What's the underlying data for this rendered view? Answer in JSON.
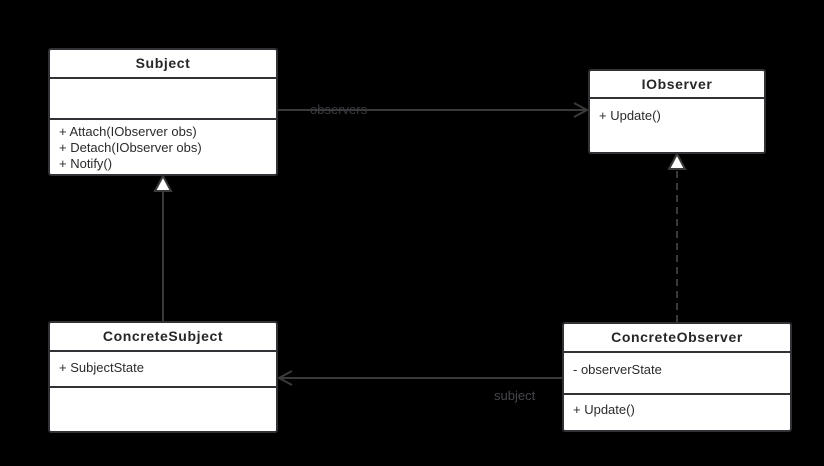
{
  "diagram": {
    "kind": "uml-class-diagram-observer-pattern",
    "colors": {
      "background": "#000000",
      "node_fill": "#ffffff",
      "node_border": "#313136",
      "node_text": "#2b2b2b",
      "edge": "#3a3a3a",
      "edge_label": "#3f3f46"
    },
    "nodes": {
      "subject": {
        "name": "Subject",
        "attributes": [],
        "methods": [
          "+ Attach(IObserver obs)",
          "+ Detach(IObserver obs)",
          "+ Notify()"
        ]
      },
      "iobserver": {
        "name": "IObserver",
        "methods": [
          "+ Update()"
        ]
      },
      "concrete_subject": {
        "name": "ConcreteSubject",
        "attributes": [
          "+ SubjectState"
        ],
        "methods": []
      },
      "concrete_observer": {
        "name": "ConcreteObserver",
        "attributes": [
          "- observerState"
        ],
        "methods": [
          "+ Update()"
        ]
      }
    },
    "edges": {
      "observers": {
        "label": "observers",
        "from": "Subject",
        "to": "IObserver",
        "type": "association-open-arrow"
      },
      "subject": {
        "label": "subject",
        "from": "ConcreteObserver",
        "to": "ConcreteSubject",
        "type": "association-open-arrow"
      },
      "generalization": {
        "from": "ConcreteSubject",
        "to": "Subject",
        "type": "solid-hollow-triangle"
      },
      "realization": {
        "from": "ConcreteObserver",
        "to": "IObserver",
        "type": "dashed-hollow-triangle"
      }
    }
  }
}
